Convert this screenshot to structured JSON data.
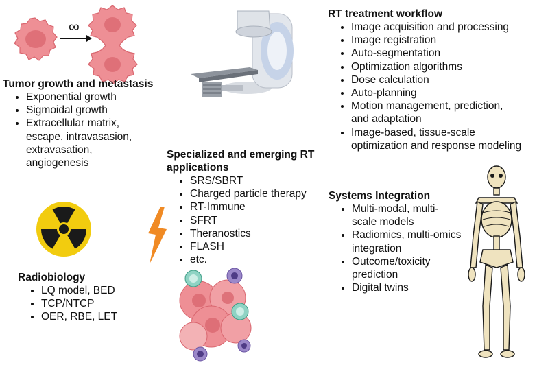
{
  "tumor": {
    "symbol": "∞",
    "title": "Tumor growth and metastasis",
    "items": [
      "Exponential growth",
      "Sigmoidal growth",
      "Extracellular matrix, escape, intravasasion, extravasation, angiogenesis"
    ]
  },
  "workflow": {
    "title": "RT treatment workflow",
    "items": [
      "Image acquisition and processing",
      "Image registration",
      "Auto-segmentation",
      "Optimization algorithms",
      "Dose calculation",
      "Auto-planning",
      "Motion management, prediction, and adaptation",
      "Image-based, tissue-scale optimization and response modeling"
    ]
  },
  "specialized": {
    "title": "Specialized and emerging RT applications",
    "items": [
      "SRS/SBRT",
      "Charged particle therapy",
      "RT-Immune",
      "SFRT",
      "Theranostics",
      "FLASH",
      "etc."
    ]
  },
  "systems": {
    "title": "Systems Integration",
    "items": [
      "Multi-modal, multi-scale models",
      "Radiomics, multi-omics integration",
      "Outcome/toxicity prediction",
      "Digital twins"
    ]
  },
  "radiobiology": {
    "title": "Radiobiology",
    "items": [
      "LQ model, BED",
      "TCP/NTCP",
      "OER, RBE, LET"
    ]
  },
  "icons": [
    "tumor-cell-icon",
    "arrow-icon",
    "dividing-cell-icon",
    "linac-machine-icon",
    "radiation-hazard-icon",
    "lightning-bolt-icon",
    "tumor-immune-cells-icon",
    "human-skeleton-icon"
  ],
  "colors": {
    "cell": "#ee8f95",
    "cell_dark": "#d9666f",
    "trefoil": "#f2cc0f",
    "bolt": "#f08a24",
    "bone": "#efe3bf",
    "machine": "#cfd4dc"
  }
}
